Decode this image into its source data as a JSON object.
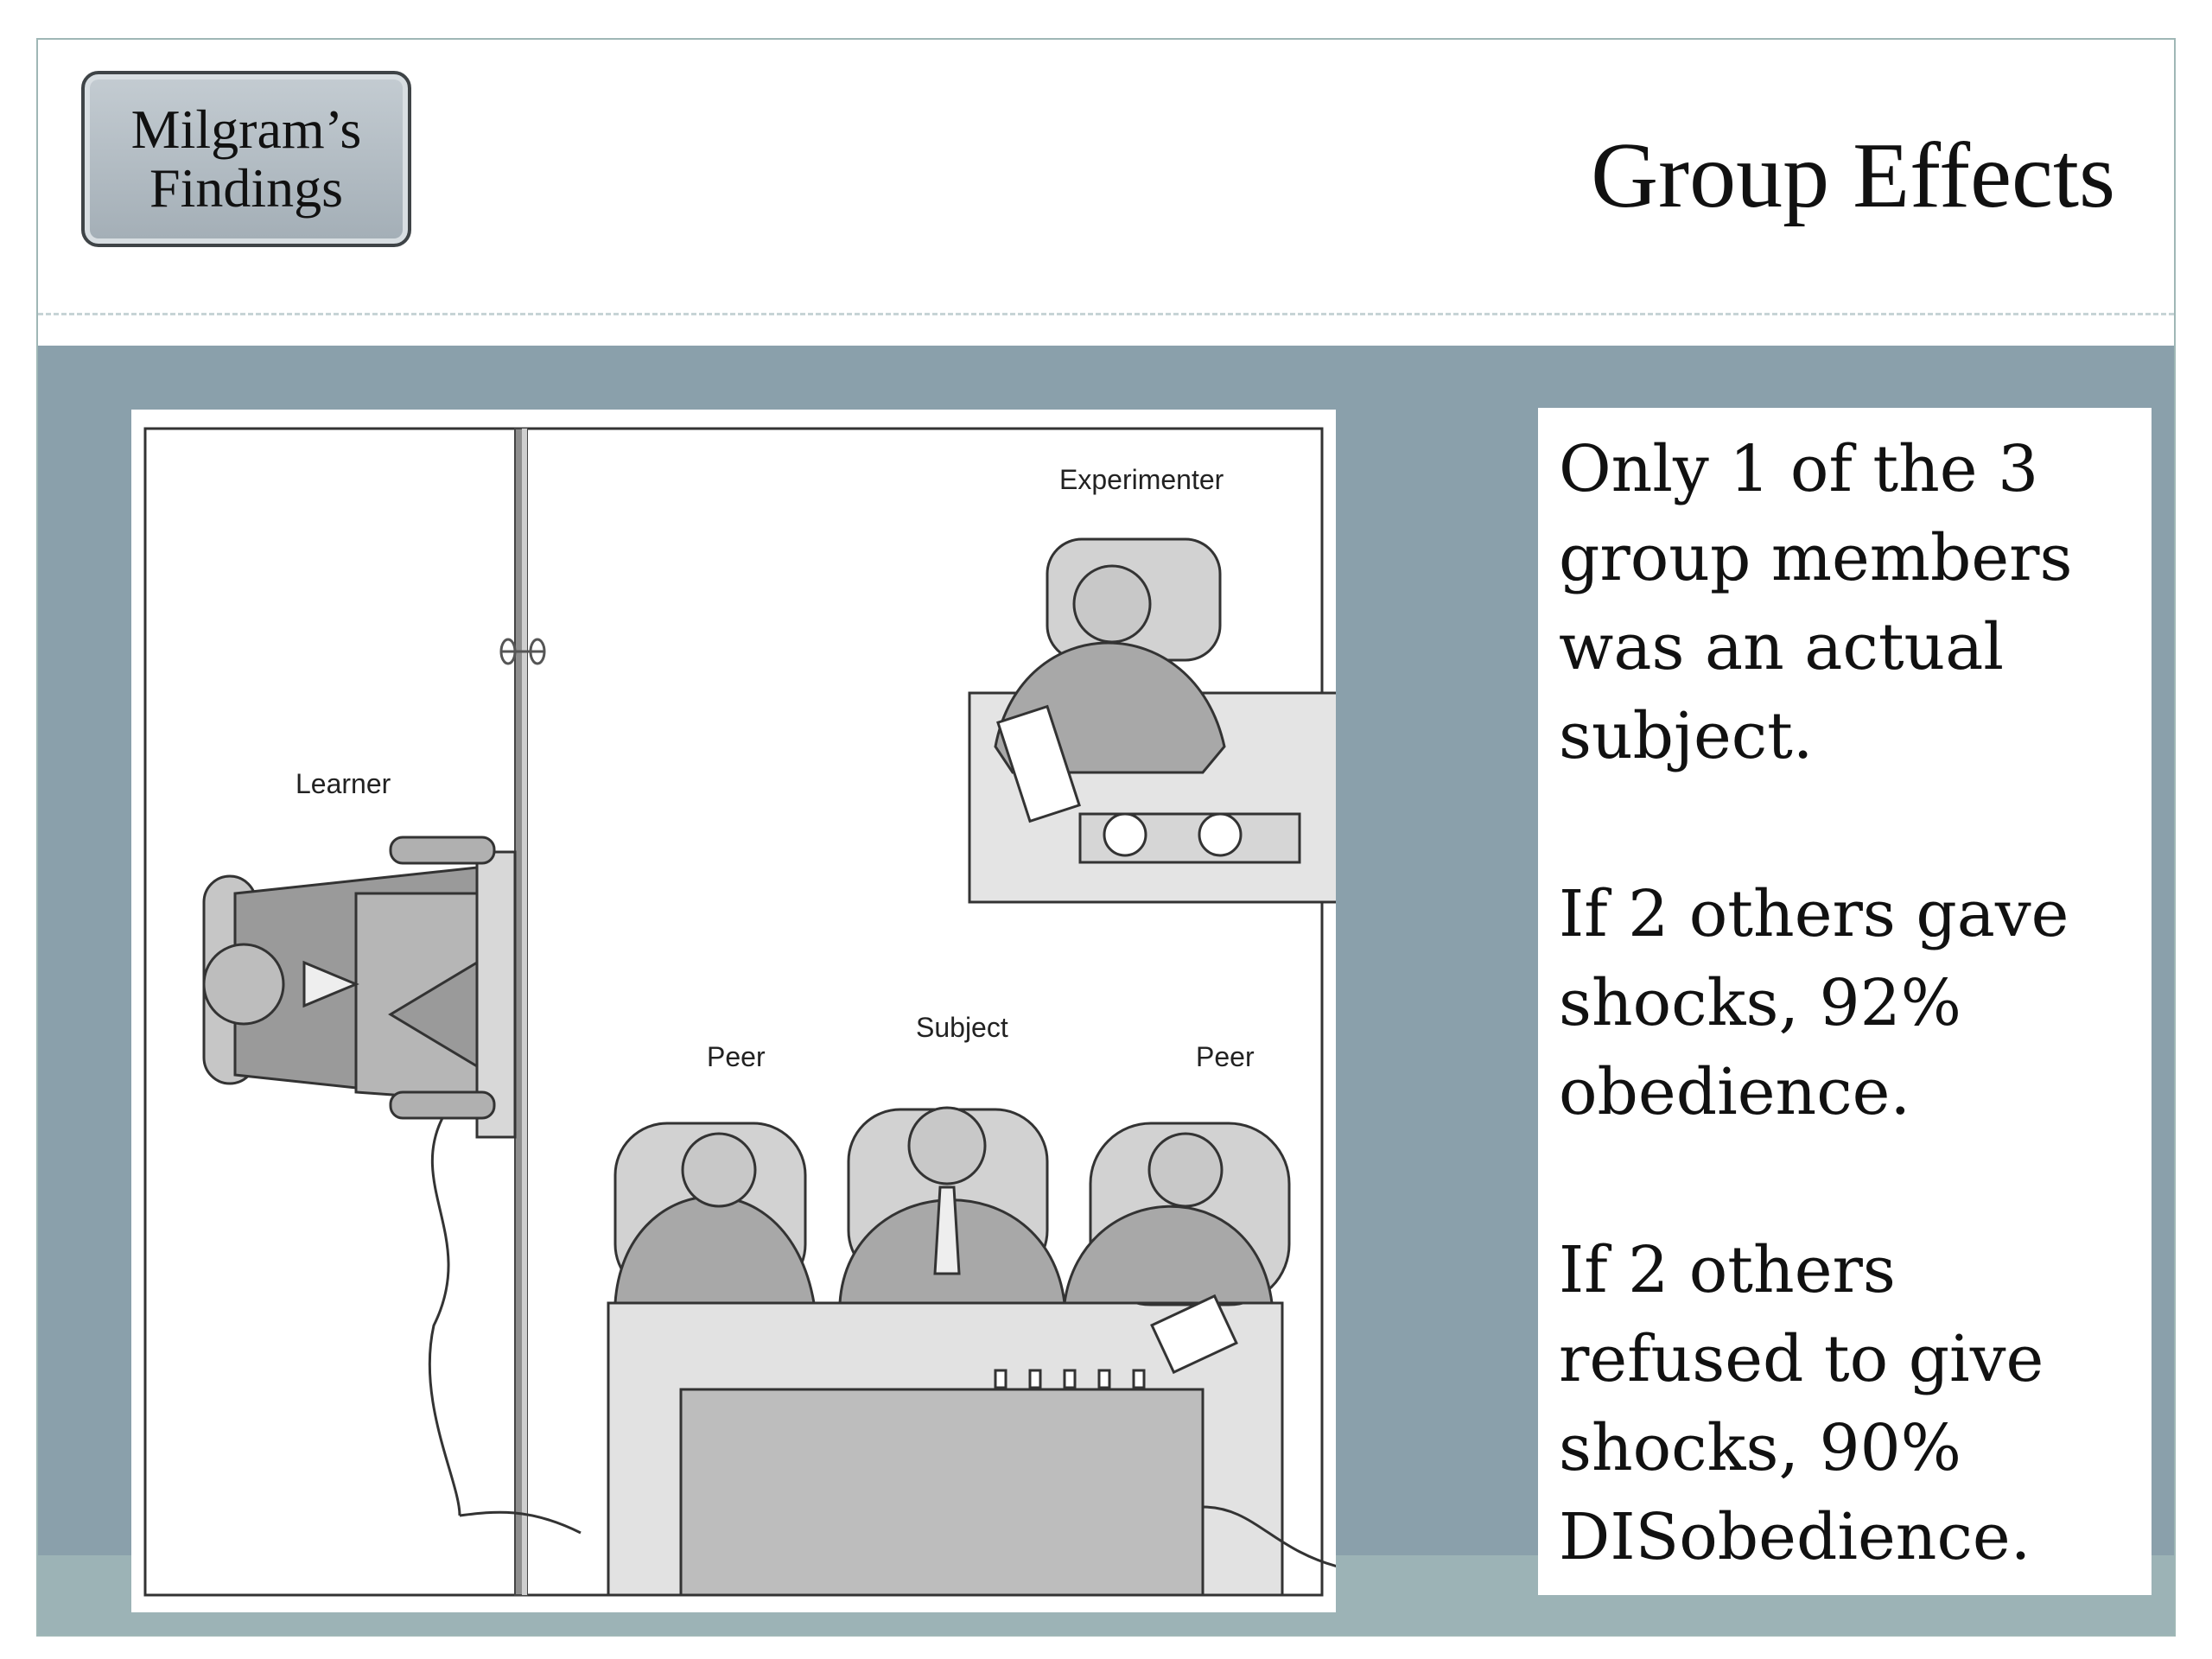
{
  "header": {
    "badge_label": "Milgram’s\nFindings",
    "title": "Group Effects"
  },
  "figure": {
    "labels": {
      "experimenter": "Experimenter",
      "learner": "Learner",
      "subject": "Subject",
      "peer_left": "Peer",
      "peer_right": "Peer"
    }
  },
  "text_panel": {
    "paragraphs": [
      "Only 1 of the 3 group members was an actual subject.",
      "If 2 others gave shocks, 92% obedience.",
      "If 2 others refused to give shocks, 90% DISobedience."
    ]
  },
  "colors": {
    "band": "#8aa0ab",
    "badge": "#aeb8bf",
    "border": "#9fb7b6"
  }
}
